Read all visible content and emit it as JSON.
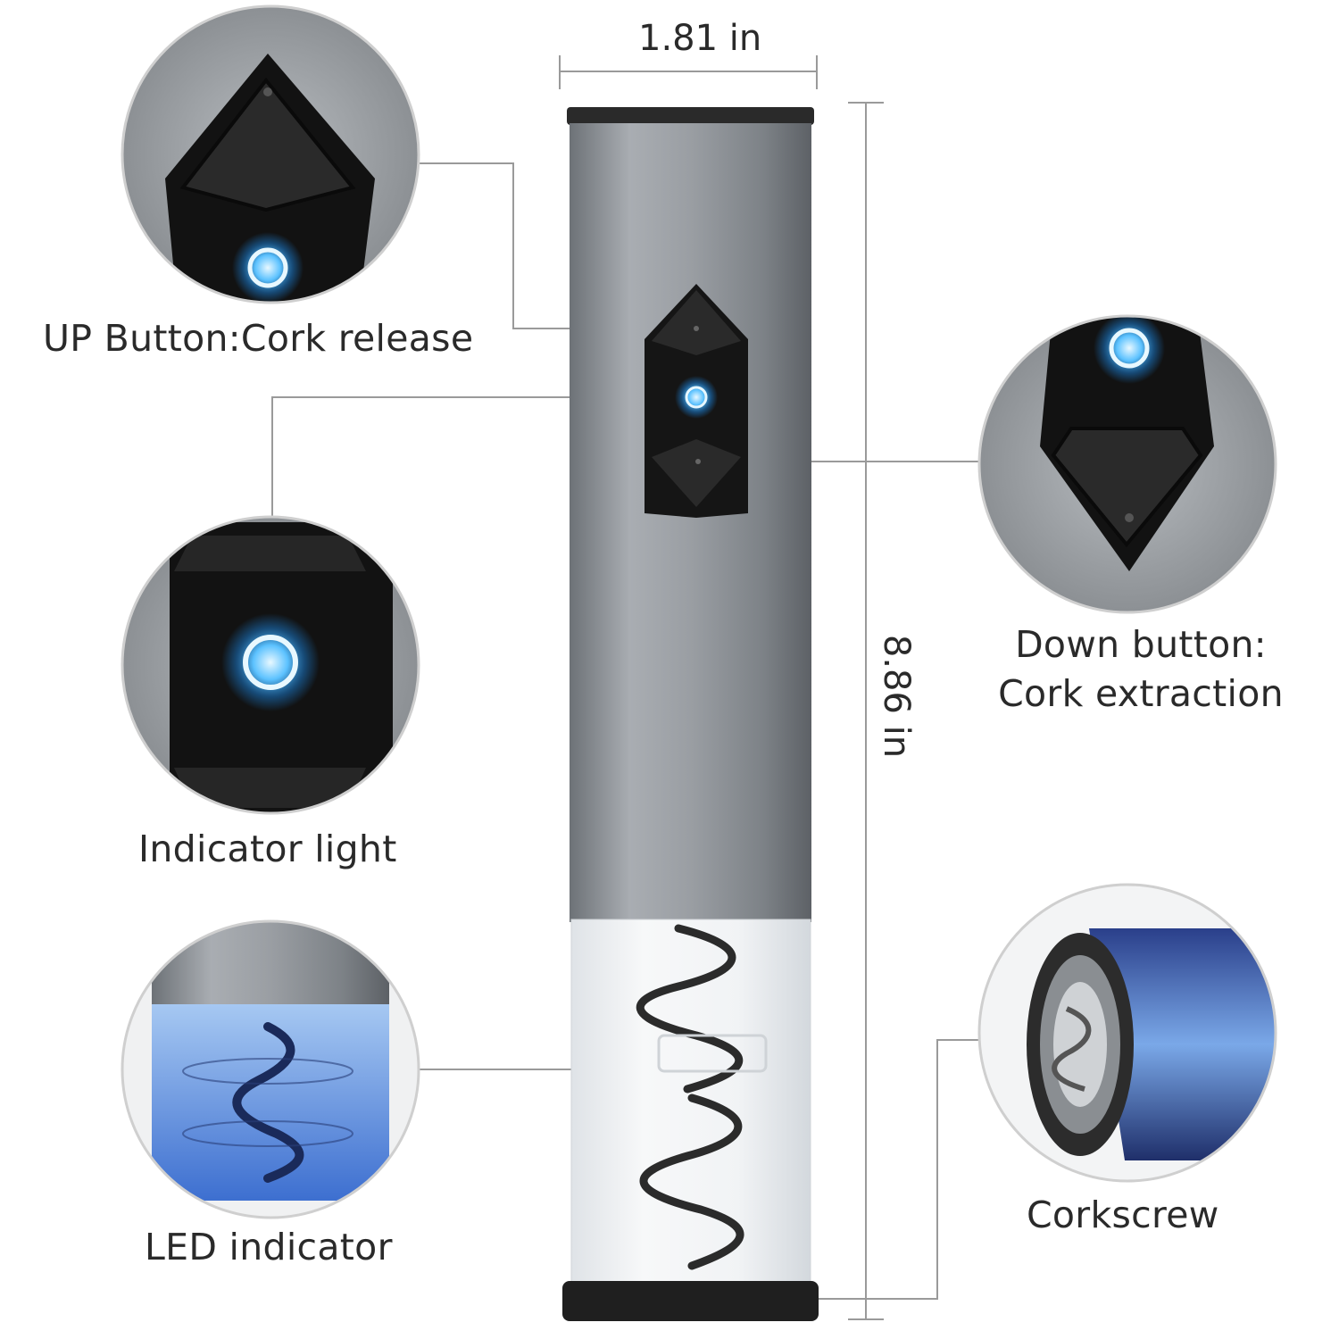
{
  "dimensions": {
    "width_label": "1.81 in",
    "height_label": "8.86 in"
  },
  "callouts": {
    "up_button": "UP Button:Cork release",
    "indicator_light": "Indicator light",
    "led_indicator": "LED indicator",
    "down_button_line1": "Down button:",
    "down_button_line2": "Cork extraction",
    "corkscrew": "Corkscrew"
  },
  "colors": {
    "body_silver": "#8e9398",
    "button_black": "#1c1c1c",
    "led_blue": "#35a8f0",
    "leader_line": "#9a9a9a"
  },
  "icons": [
    "power-icon",
    "up-arrow-icon",
    "down-arrow-icon"
  ]
}
